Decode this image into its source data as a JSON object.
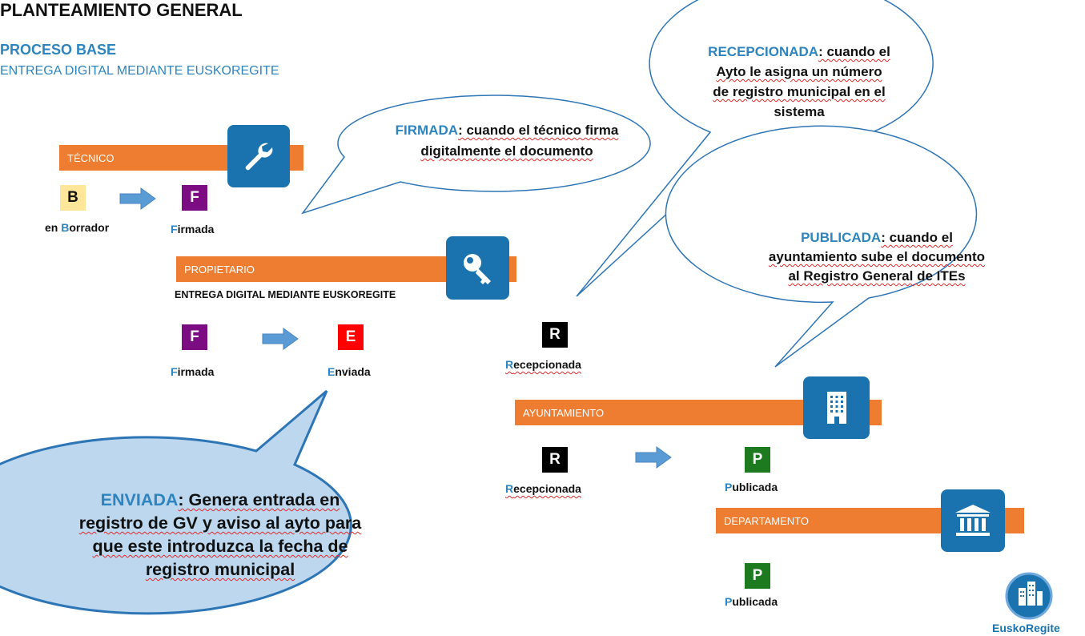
{
  "header": {
    "title": "PLANTEAMIENTO GENERAL",
    "subtitle": "PROCESO BASE",
    "subsubtitle": "ENTREGA DIGITAL MEDIANTE EUSKOREGITE"
  },
  "tecnico": {
    "role_label": "TÉCNICO",
    "icon": "wrench-icon",
    "state_from": {
      "letter": "B",
      "label_prefix": "en ",
      "label_first": "B",
      "label_rest": "orrador",
      "color": "#ffe699"
    },
    "state_to": {
      "letter": "F",
      "label_first": "F",
      "label_rest": "irmada",
      "color": "#7b0c82"
    }
  },
  "propietario": {
    "role_label": "PROPIETARIO",
    "icon": "key-icon",
    "caption": "ENTREGA DIGITAL MEDIANTE EUSKOREGITE",
    "state_from": {
      "letter": "F",
      "label_first": "F",
      "label_rest": "irmada",
      "color": "#7b0c82"
    },
    "state_to": {
      "letter": "E",
      "label_first": "E",
      "label_rest": "nviada",
      "color": "#ff0000"
    }
  },
  "recepcionada_mid": {
    "letter": "R",
    "label_first": "R",
    "label_rest": "ecepcionada",
    "color": "#000000"
  },
  "ayuntamiento": {
    "role_label": "AYUNTAMIENTO",
    "icon": "building-icon",
    "state_from": {
      "letter": "R",
      "label_first": "R",
      "label_rest": "ecepcionada",
      "color": "#000000"
    },
    "state_to": {
      "letter": "P",
      "label_first": "P",
      "label_rest": "ublicada",
      "color": "#1e7a1e"
    }
  },
  "departamento": {
    "role_label": "DEPARTAMENTO",
    "icon": "government-building-icon",
    "state": {
      "letter": "P",
      "label_first": "P",
      "label_rest": "ublicada",
      "color": "#1e7a1e"
    }
  },
  "bubbles": {
    "firmada": {
      "key": "FIRMADA",
      "line1": ": cuando el técnico firma",
      "line2": "digitalmente el documento"
    },
    "recepcionada": {
      "key": "RECEPCIONADA",
      "line1": ": cuando el",
      "line2": "Ayto le asigna un número",
      "line3": "de registro municipal en el",
      "line4": "sistema"
    },
    "publicada": {
      "key": "PUBLICADA",
      "line1": ": cuando el",
      "line2": "ayuntamiento sube el documento",
      "line3": "al Registro General de ITEs"
    },
    "enviada": {
      "key": "ENVIADA",
      "line1": ": Genera entrada en",
      "line2": "registro de GV y aviso al ayto para",
      "line3": "que este introduzca la fecha de",
      "line4": "registro municipal"
    }
  },
  "logo": {
    "text": "EuskoRegite",
    "icon": "euskoregite-logo-icon"
  },
  "colors": {
    "accent_blue": "#2e84be",
    "bar_orange": "#ee7d31",
    "icon_blue": "#1a73ae",
    "arrow_blue": "#5b9bd5",
    "bubble_fill_enviada": "#bdd7ee",
    "bubble_stroke": "#2e75b6"
  }
}
